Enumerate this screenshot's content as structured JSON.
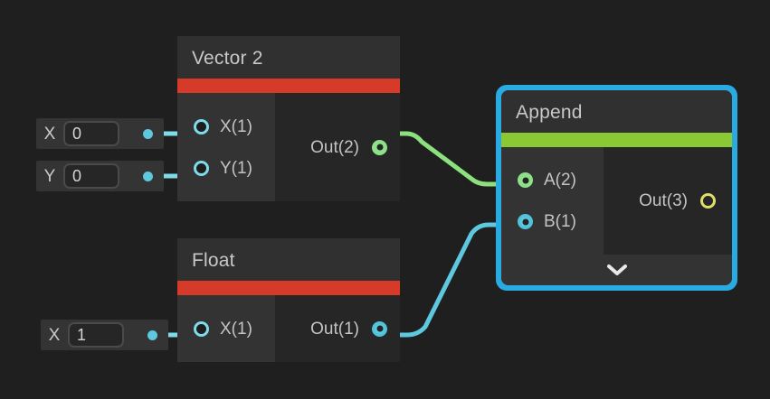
{
  "editor": {
    "name": "shader-node-graph",
    "background_color": "#1f1f1f",
    "selection_color": "#29abe2"
  },
  "nodes": [
    {
      "id": "vector2",
      "title": "Vector 2",
      "accent_color": "#d63a29",
      "selected": false,
      "inputs": [
        {
          "label": "X(1)",
          "port": "ring-cyan",
          "connected": true
        },
        {
          "label": "Y(1)",
          "port": "ring-cyan",
          "connected": true
        }
      ],
      "outputs": [
        {
          "label": "Out(2)",
          "port": "filled-green",
          "connected": true
        }
      ]
    },
    {
      "id": "float",
      "title": "Float",
      "accent_color": "#d63a29",
      "selected": false,
      "inputs": [
        {
          "label": "X(1)",
          "port": "ring-cyan",
          "connected": true
        }
      ],
      "outputs": [
        {
          "label": "Out(1)",
          "port": "filled-cyan",
          "connected": true
        }
      ]
    },
    {
      "id": "append",
      "title": "Append",
      "accent_color": "#8bc934",
      "selected": true,
      "inputs": [
        {
          "label": "A(2)",
          "port": "filled-green",
          "connected": true
        },
        {
          "label": "B(1)",
          "port": "filled-cyan",
          "connected": true
        }
      ],
      "outputs": [
        {
          "label": "Out(3)",
          "port": "ring-yellow",
          "connected": false
        }
      ],
      "footer_icon": "chevron-down-icon"
    }
  ],
  "properties": [
    {
      "id": "vector2-x",
      "label": "X",
      "value": "0",
      "placeholder": "0"
    },
    {
      "id": "vector2-y",
      "label": "Y",
      "value": "0",
      "placeholder": "0"
    },
    {
      "id": "float-x",
      "label": "X",
      "value": "1",
      "placeholder": "0"
    }
  ],
  "wires": [
    {
      "id": "vector2-x-wire",
      "color": "#7fdbe8",
      "from": "vector2-x-prop",
      "to": "vector2-in-x"
    },
    {
      "id": "vector2-y-wire",
      "color": "#7fdbe8",
      "from": "vector2-y-prop",
      "to": "vector2-in-y"
    },
    {
      "id": "float-x-wire",
      "color": "#7fdbe8",
      "from": "float-x-prop",
      "to": "float-in-x"
    },
    {
      "id": "vector2-out-to-append-a",
      "color": "#8ce07e",
      "from": "vector2-out",
      "to": "append-in-a"
    },
    {
      "id": "float-out-to-append-b",
      "color": "#5ec8de",
      "from": "float-out",
      "to": "append-in-b"
    }
  ]
}
